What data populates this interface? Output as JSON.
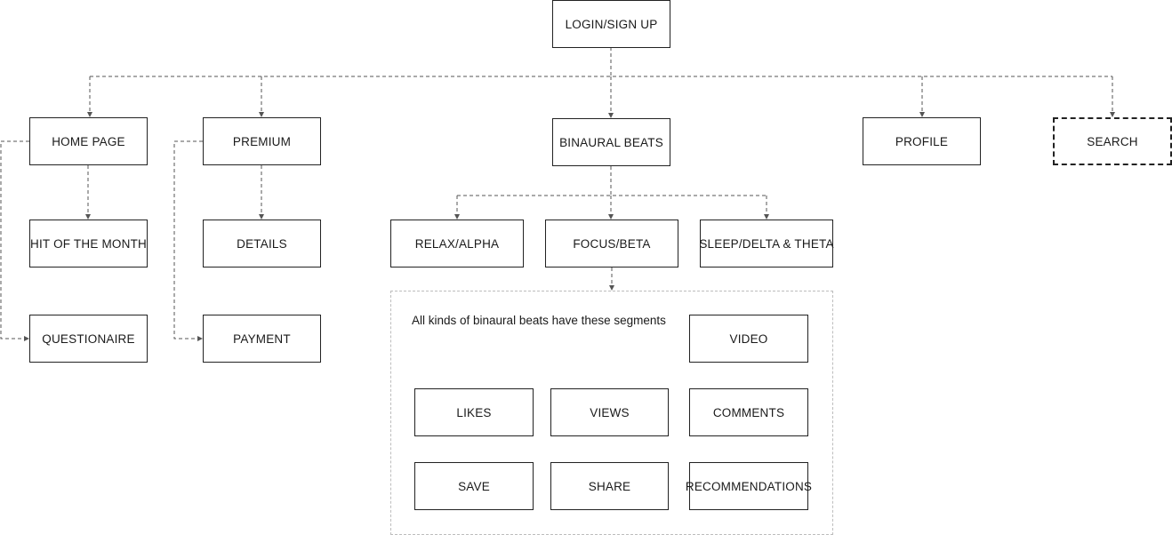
{
  "nodes": {
    "login": "LOGIN/SIGN UP",
    "home": "HOME PAGE",
    "premium": "PREMIUM",
    "binaural": "BINAURAL BEATS",
    "profile": "PROFILE",
    "search": "SEARCH",
    "hit": "HIT OF THE MONTH",
    "details": "DETAILS",
    "questionaire": "QUESTIONAIRE",
    "payment": "PAYMENT",
    "relax": "RELAX/ALPHA",
    "focus": "FOCUS/BETA",
    "sleep": "SLEEP/DELTA & THETA",
    "video": "VIDEO",
    "likes": "LIKES",
    "views": "VIEWS",
    "comments": "COMMENTS",
    "save": "SAVE",
    "share": "SHARE",
    "recommendations": "RECOMMENDATIONS"
  },
  "segments_note": "All kinds of binaural beats have these segments",
  "colors": {
    "border": "#222222",
    "connector": "#555555",
    "group_border": "#bdbdbd"
  }
}
